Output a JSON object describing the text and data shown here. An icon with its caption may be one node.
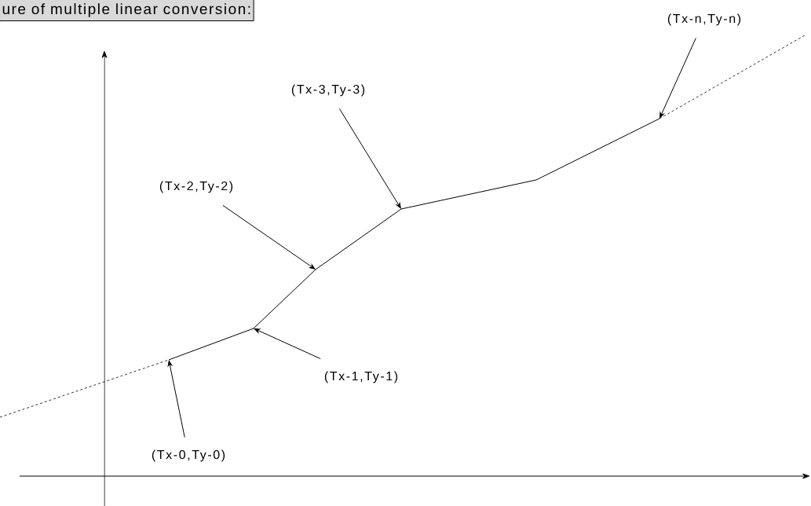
{
  "diagram": {
    "title": "ure of multiple linear conversion:",
    "nodes": [
      {
        "text": [
          "(Tx-n,Ty-n)"
        ]
      },
      {
        "text": [
          "(Tx-3,Ty-3)"
        ]
      },
      {
        "text": [
          "(Tx-2,Ty-2)"
        ]
      },
      {
        "text": [
          "(Tx-1,Ty-1)"
        ]
      },
      {
        "text": [
          "(Tx-0,Ty-0)"
        ]
      }
    ],
    "edges": [
      {
        "from": 0,
        "to": null,
        "arrow": "to"
      },
      {
        "from": 1,
        "to": null,
        "arrow": "to"
      },
      {
        "from": 2,
        "to": null,
        "arrow": "to"
      },
      {
        "from": 3,
        "to": null,
        "arrow": "to"
      },
      {
        "from": 4,
        "to": null,
        "arrow": "to"
      }
    ]
  }
}
